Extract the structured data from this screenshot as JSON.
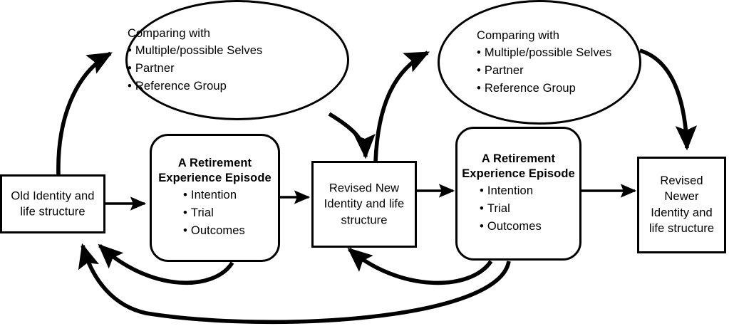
{
  "diagram": {
    "type": "process-flow",
    "title": "Retirement experience episodes and identity revision",
    "stroke_color": "#000000",
    "fill_color": "#ffffff",
    "background": "#ffffff"
  },
  "nodes": {
    "old_identity": {
      "name": "old-identity-box",
      "shape": "rectangle",
      "lines": [
        "Old Identity and",
        "life structure"
      ]
    },
    "episode_1": {
      "name": "retirement-episode-1",
      "shape": "rounded-rectangle",
      "title_lines": [
        "A Retirement",
        "Experience Episode"
      ],
      "bullets": [
        "Intention",
        "Trial",
        "Outcomes"
      ]
    },
    "comparing_1": {
      "name": "comparing-with-ellipse-1",
      "shape": "ellipse",
      "heading": "Comparing with",
      "bullets": [
        "Multiple/possible Selves",
        "Partner",
        "Reference Group"
      ]
    },
    "revised_new": {
      "name": "revised-new-identity-box",
      "shape": "rectangle",
      "lines": [
        "Revised New",
        "Identity and life",
        "structure"
      ]
    },
    "episode_2": {
      "name": "retirement-episode-2",
      "shape": "rounded-rectangle",
      "title_lines": [
        "A Retirement",
        "Experience Episode"
      ],
      "bullets": [
        "Intention",
        "Trial",
        "Outcomes"
      ]
    },
    "comparing_2": {
      "name": "comparing-with-ellipse-2",
      "shape": "ellipse",
      "heading": "Comparing with",
      "bullets": [
        "Multiple/possible Selves",
        "Partner",
        "Reference Group"
      ]
    },
    "revised_newer": {
      "name": "revised-newer-identity-box",
      "shape": "rectangle",
      "lines": [
        "Revised Newer",
        "Identity and",
        "life structure"
      ]
    }
  },
  "edges": [
    {
      "name": "old-identity-to-episode-1",
      "style": "straight-arrow",
      "from": "old_identity",
      "to": "episode_1"
    },
    {
      "name": "old-identity-to-comparing-1",
      "style": "curved-arrow",
      "from": "old_identity",
      "to": "comparing_1"
    },
    {
      "name": "episode-1-to-revised-new",
      "style": "straight-arrow",
      "from": "episode_1",
      "to": "revised_new"
    },
    {
      "name": "comparing-1-to-revised-new",
      "style": "curved-arrow",
      "from": "comparing_1",
      "to": "revised_new"
    },
    {
      "name": "revised-new-to-comparing-2",
      "style": "curved-line",
      "from": "revised_new",
      "to": "comparing_2"
    },
    {
      "name": "revised-new-to-episode-2",
      "style": "straight-arrow",
      "from": "revised_new",
      "to": "episode_2"
    },
    {
      "name": "comparing-2-to-revised-newer",
      "style": "curved-arrow",
      "from": "comparing_2",
      "to": "revised_newer"
    },
    {
      "name": "episode-2-to-revised-newer",
      "style": "straight-arrow",
      "from": "episode_2",
      "to": "revised_newer"
    },
    {
      "name": "episode-1-feedback-to-old-identity",
      "style": "curved-arrow",
      "from": "episode_1",
      "to": "old_identity"
    },
    {
      "name": "episode-2-feedback-to-old-identity",
      "style": "curved-arrow",
      "from": "episode_2",
      "to": "old_identity"
    },
    {
      "name": "episode-2-feedback-to-revised-new",
      "style": "curved-arrow",
      "from": "episode_2",
      "to": "revised_new"
    }
  ]
}
